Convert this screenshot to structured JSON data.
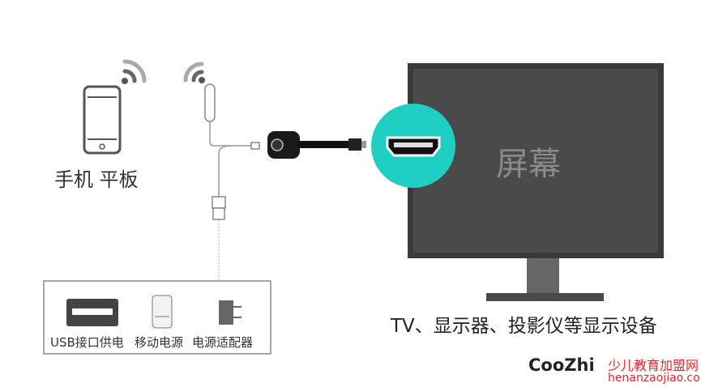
{
  "phone_label": "手机 平板",
  "screen_label": "屏幕",
  "tv_caption": "TV、显示器、投影仪等显示设备",
  "power_options": [
    "USB接口供电",
    "移动电源",
    "电源适配器"
  ],
  "watermark": {
    "brand": "CooZhi",
    "site_cn": "少儿教育加盟网",
    "site_url": "henanzaojiao.com"
  },
  "colors": {
    "hdmi_circle": "#1fcfc4",
    "tv_body": "#3a3a3a",
    "watermark_red": "#e8262d"
  }
}
